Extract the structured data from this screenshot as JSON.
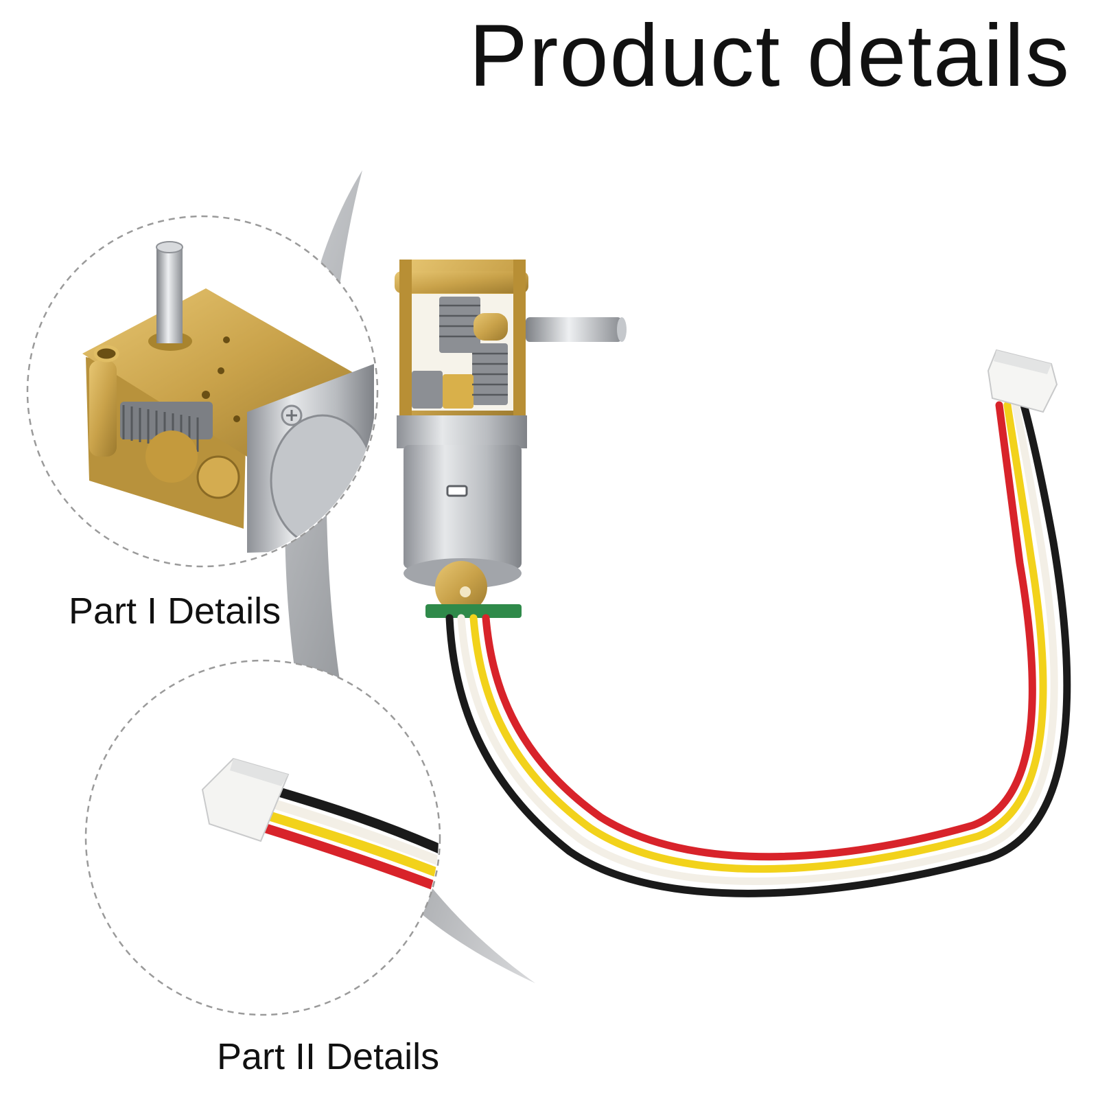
{
  "title": "Product details",
  "parts": [
    {
      "label": "Part I Details",
      "depicts": "gearbox-closeup"
    },
    {
      "label": "Part II Details",
      "depicts": "connector-closeup"
    }
  ],
  "colors": {
    "background": "#ffffff",
    "text": "#111111",
    "brass": "#c9a24a",
    "steel": "#c7c9cc",
    "wire_red": "#d8232a",
    "wire_yellow": "#f2d21b",
    "wire_white": "#f3efe6",
    "wire_black": "#1a1a1a",
    "arc_gray": "#8f9296"
  }
}
